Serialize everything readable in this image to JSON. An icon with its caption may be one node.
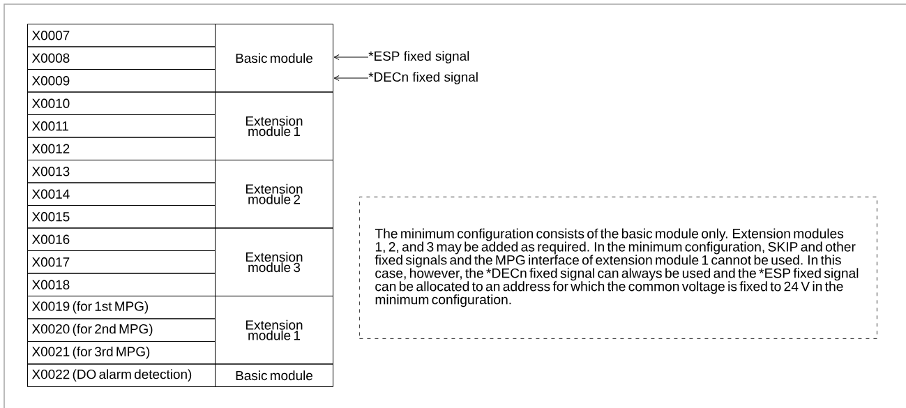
{
  "diagram": {
    "nodes": [
      {
        "text": [
          "X0007"
        ]
      },
      {
        "text": [
          "X0008"
        ]
      },
      {
        "text": [
          "X0009"
        ]
      },
      {
        "text": [
          "X0010"
        ]
      },
      {
        "text": [
          "X0011"
        ]
      },
      {
        "text": [
          "X0012"
        ]
      },
      {
        "text": [
          "X0013"
        ]
      },
      {
        "text": [
          "X0014"
        ]
      },
      {
        "text": [
          "X0015"
        ]
      },
      {
        "text": [
          "X0016"
        ]
      },
      {
        "text": [
          "X0017"
        ]
      },
      {
        "text": [
          "X0018"
        ]
      },
      {
        "text": [
          "X0019 (for 1st MPG)"
        ]
      },
      {
        "text": [
          "X0020 (for 2nd MPG)"
        ]
      },
      {
        "text": [
          "X0021 (for 3rd MPG)"
        ]
      },
      {
        "text": [
          "X0022 (DO alarm detection)"
        ]
      },
      {
        "text": [
          "Basic module"
        ]
      },
      {
        "text": [
          "Extension module 1"
        ]
      },
      {
        "text": [
          "Extension module 2"
        ]
      },
      {
        "text": [
          "Extension module 3"
        ]
      },
      {
        "text": [
          "Extension module 1"
        ]
      },
      {
        "text": [
          "Basic module"
        ]
      },
      {
        "text": [
          "*ESP fixed signal"
        ]
      },
      {
        "text": [
          "*DECn fixed signal"
        ]
      },
      {
        "text": [
          "The minimum configuration consists of the basic module only. Extension modules 1, 2, and 3 may be added as required.  In the minimum configuration, SKIP and other fixed signals and the MPG interface of extension module 1 cannot be used.  In this case, however, the *DECn fixed signal can always be used and the *ESP fixed signal can be allocated to an address for which the common voltage is fixed to 24 V in the minimum configuration."
        ]
      }
    ],
    "edges": [
      {
        "from": 22,
        "to": 16,
        "arrow": "to"
      },
      {
        "from": 23,
        "to": 16,
        "arrow": "to"
      }
    ]
  }
}
